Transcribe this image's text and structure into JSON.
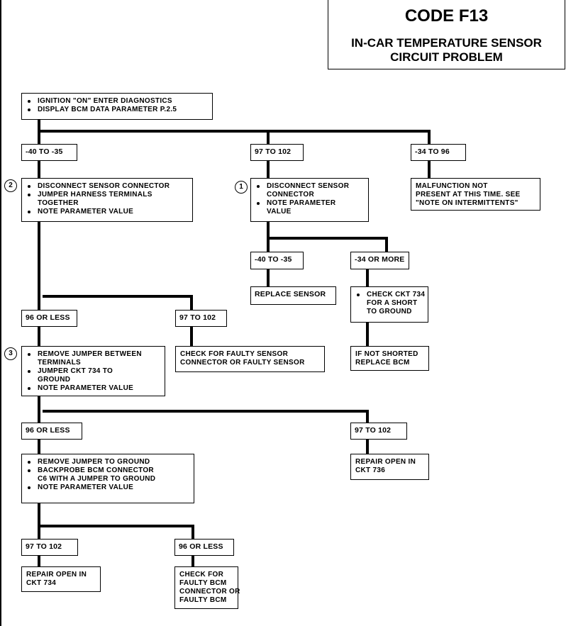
{
  "header": {
    "code": "CODE F13",
    "subtitle_line1": "IN-CAR TEMPERATURE SENSOR",
    "subtitle_line2": "CIRCUIT PROBLEM"
  },
  "steps": {
    "start": [
      "IGNITION \"ON\" ENTER DIAGNOSTICS",
      "DISPLAY BCM DATA PARAMETER P.2.5"
    ],
    "label_a1": "-40 TO -35",
    "label_a2": "97 TO 102",
    "label_a3": "-34 TO 96",
    "step_2": [
      "DISCONNECT SENSOR CONNECTOR",
      "JUMPER HARNESS TERMINALS|TOGETHER",
      "NOTE PARAMETER VALUE"
    ],
    "step_1": [
      "DISCONNECT SENSOR|CONNECTOR",
      "NOTE PARAMETER|VALUE"
    ],
    "malfunction": [
      "MALFUNCTION NOT",
      "PRESENT AT THIS TIME. SEE",
      "\"NOTE ON INTERMITTENTS\""
    ],
    "label_b1": "-40 TO -35",
    "label_b2": "-34 OR MORE",
    "replace_sensor": "REPLACE SENSOR",
    "check_734": [
      "CHECK CKT 734|FOR A SHORT|TO GROUND"
    ],
    "if_not_shorted": [
      "IF NOT SHORTED",
      "REPLACE BCM"
    ],
    "label_c1": "96 OR LESS",
    "label_c2": "97 TO 102",
    "check_faulty_sensor": [
      "CHECK FOR FAULTY SENSOR",
      "CONNECTOR OR FAULTY SENSOR"
    ],
    "step_3": [
      "REMOVE JUMPER BETWEEN|TERMINALS",
      "JUMPER CKT 734 TO|GROUND",
      "NOTE PARAMETER VALUE"
    ],
    "label_d1": "96 OR LESS",
    "label_d2": "97 TO 102",
    "repair_736": [
      "REPAIR OPEN IN",
      "CKT 736"
    ],
    "backprobe": [
      "REMOVE JUMPER TO GROUND",
      "BACKPROBE BCM CONNECTOR|C6 WITH A JUMPER TO GROUND",
      "NOTE PARAMETER VALUE"
    ],
    "label_e1": "97 TO 102",
    "label_e2": "96 OR LESS",
    "repair_734": [
      "REPAIR OPEN IN",
      "CKT 734"
    ],
    "check_bcm": [
      "CHECK FOR",
      "FAULTY BCM",
      "CONNECTOR OR",
      "FAULTY BCM"
    ]
  },
  "step_numbers": {
    "one": "1",
    "two": "2",
    "three": "3"
  }
}
